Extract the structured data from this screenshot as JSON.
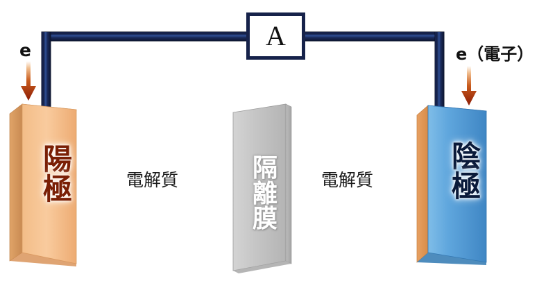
{
  "diagram": {
    "title": "electrochemical-cell-diagram",
    "background_color": "#ffffff"
  },
  "meter": {
    "symbol": "A",
    "border_color": "#16224a",
    "fill_color": "#ffffff"
  },
  "wire": {
    "color": "#16224a",
    "highlight_color": "#2f4f96"
  },
  "labels": {
    "electron_left": "e",
    "electron_right": "e（電子）",
    "electrolyte_left": "電解質",
    "electrolyte_right": "電解質"
  },
  "arrows": {
    "direction": "down",
    "top_color": "#f6c9a0",
    "bottom_color": "#8c1c05"
  },
  "electrodes": {
    "anode": {
      "label_chars": [
        "陽",
        "極"
      ],
      "face_color": "#f6c391",
      "side_color": "#d99a60",
      "text_color": "#7a1f05"
    },
    "separator": {
      "label_chars": [
        "隔",
        "離",
        "膜"
      ],
      "face_color": "#c9c9c9",
      "side_color": "#9e9e9e",
      "text_color": "#ffffff"
    },
    "cathode": {
      "label_chars": [
        "陰",
        "極"
      ],
      "face_color": "#5ba3db",
      "side_color": "#e8a063",
      "text_color": "#0a1a3a"
    }
  }
}
